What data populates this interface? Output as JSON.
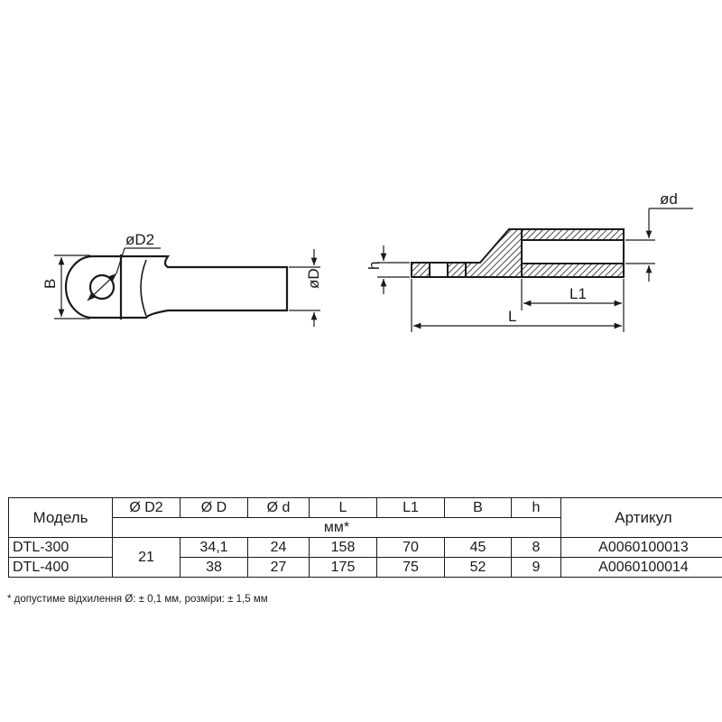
{
  "drawing": {
    "labels": {
      "d2": "øD2",
      "b": "B",
      "dia_d": "øD",
      "small_d": "ød",
      "h": "h",
      "l1": "L1",
      "l": "L"
    }
  },
  "table": {
    "headers": {
      "model": "Модель",
      "d2": "Ø D2",
      "d": "Ø D",
      "small_d": "Ø d",
      "l": "L",
      "l1": "L1",
      "b": "B",
      "h": "h",
      "article": "Артикул"
    },
    "unit": "мм*",
    "shared_d2": "21",
    "rows": [
      {
        "model": "DTL-300",
        "d": "34,1",
        "small_d": "24",
        "l": "158",
        "l1": "70",
        "b": "45",
        "h": "8",
        "article": "A0060100013"
      },
      {
        "model": "DTL-400",
        "d": "38",
        "small_d": "27",
        "l": "175",
        "l1": "75",
        "b": "52",
        "h": "9",
        "article": "A0060100014"
      }
    ]
  },
  "footnote": "* допустиме відхилення Ø: ± 0,1 мм, розміри: ± 1,5 мм"
}
